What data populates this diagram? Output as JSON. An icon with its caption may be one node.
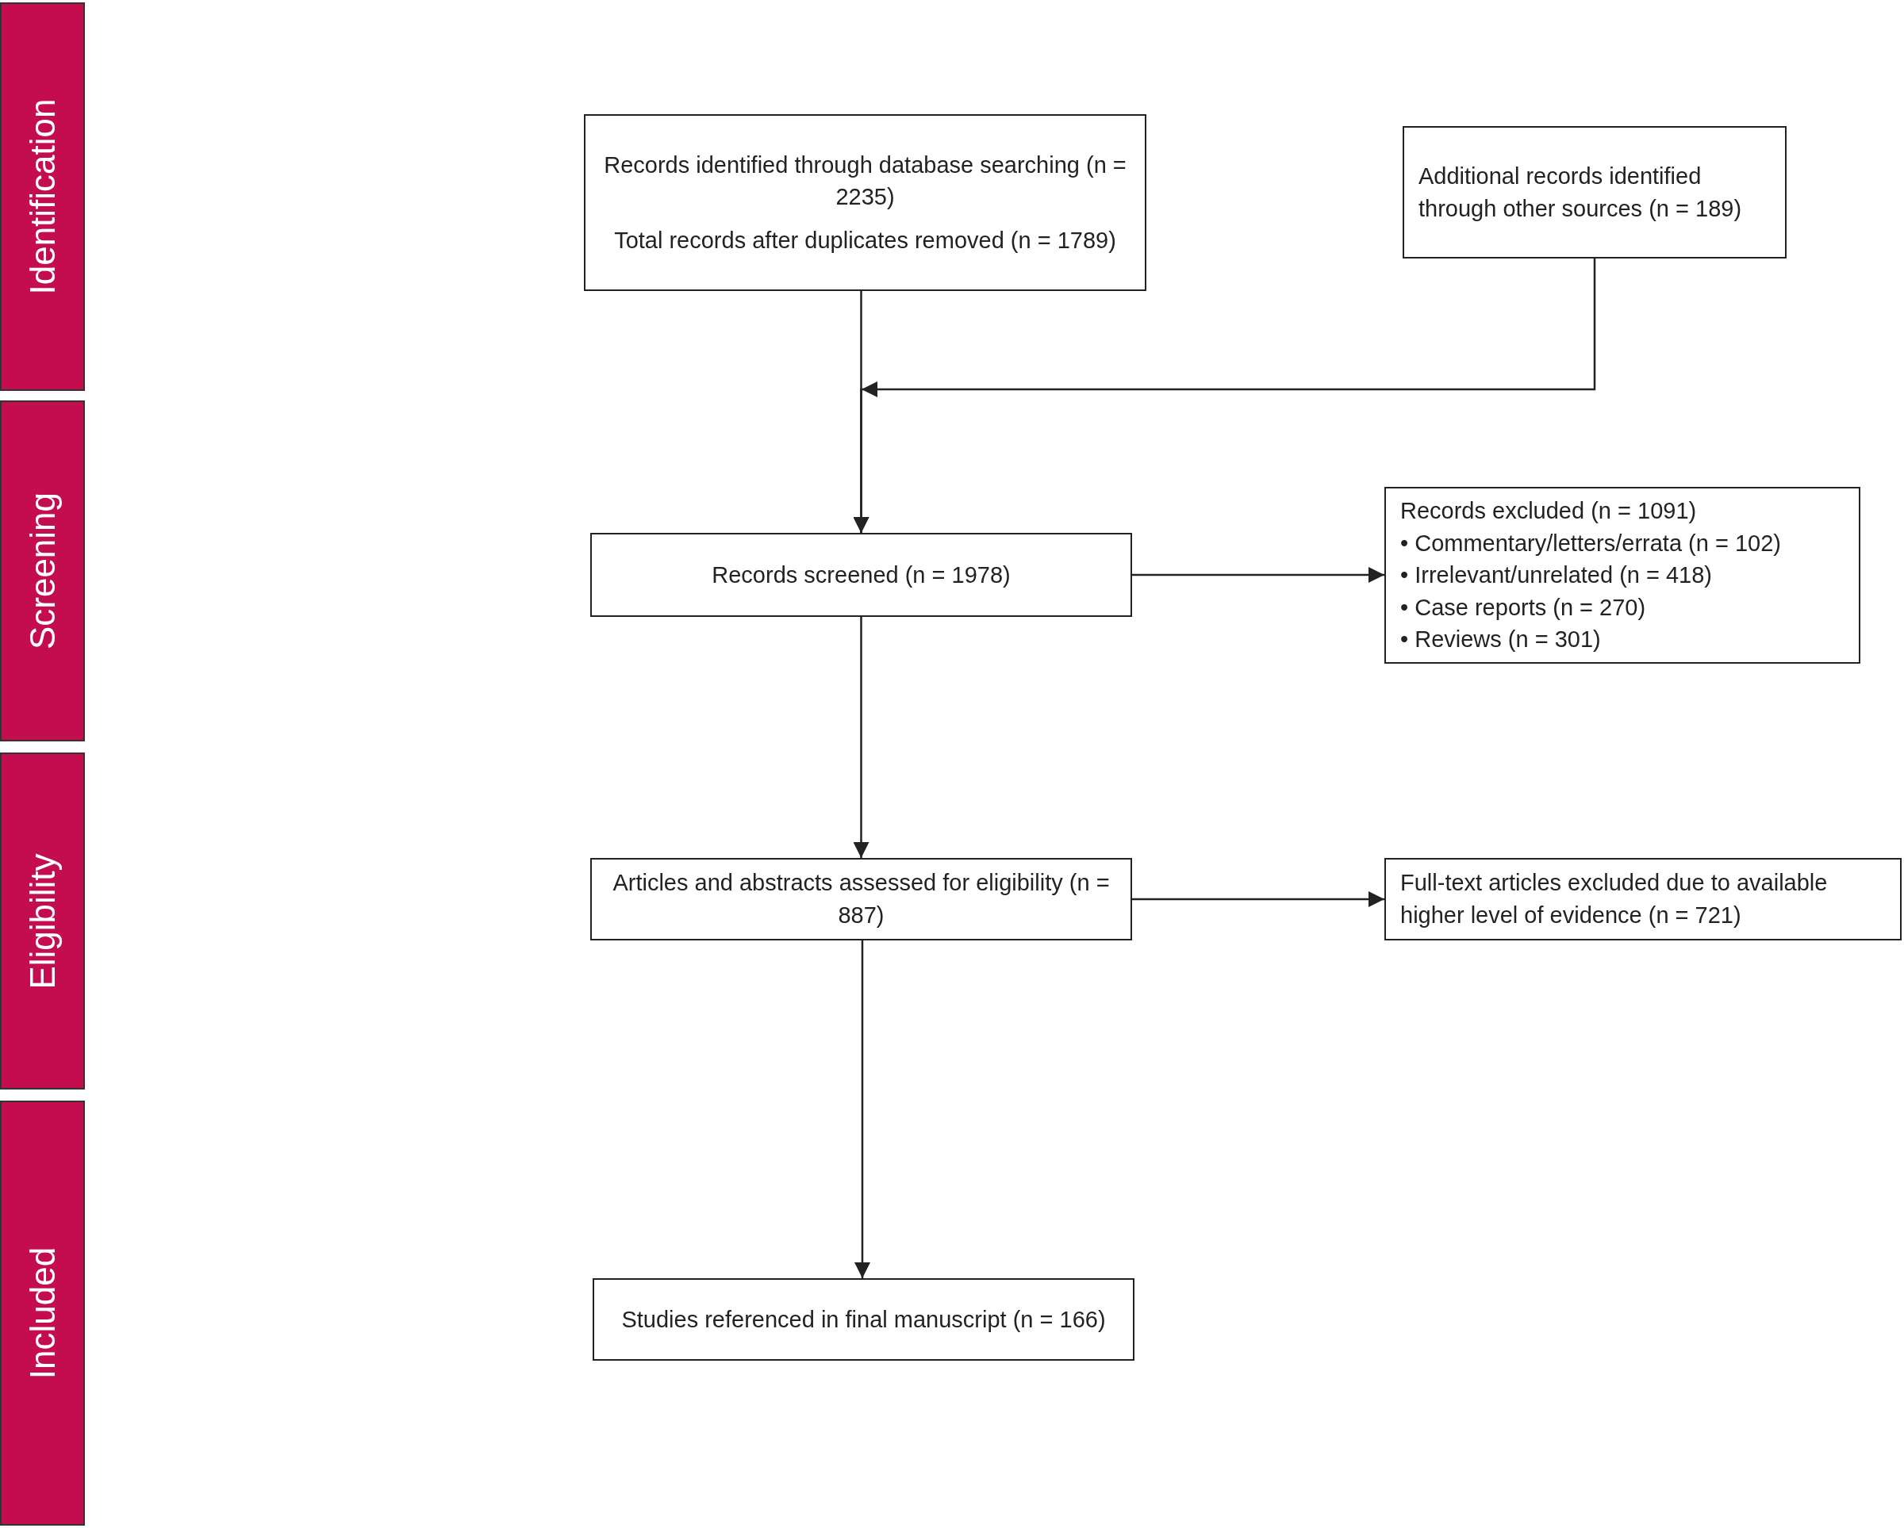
{
  "diagram": {
    "nodes": [
      {
        "text": [
          "Identification"
        ]
      },
      {
        "text": [
          "Screening"
        ]
      },
      {
        "text": [
          "Eligibility"
        ]
      },
      {
        "text": [
          "Included"
        ]
      },
      {
        "text": [
          "Records identified through database searching (n = 2235)",
          "Total records after duplicates removed (n = 1789)"
        ]
      },
      {
        "text": [
          "Additional records identified through other sources (n = 189)"
        ]
      },
      {
        "text": [
          "Records screened (n = 1978)"
        ]
      },
      {
        "text": [
          "Records excluded (n = 1091)",
          "• Commentary/letters/errata (n = 102)",
          "• Irrelevant/unrelated (n = 418)",
          "• Case reports (n = 270)",
          "• Reviews (n = 301)"
        ]
      },
      {
        "text": [
          "Articles and abstracts assessed for eligibility (n = 887)"
        ]
      },
      {
        "text": [
          "Full-text articles excluded due to available higher level of evidence (n = 721)"
        ]
      },
      {
        "text": [
          "Studies referenced in final manuscript (n = 166)"
        ]
      }
    ],
    "edges": [
      {
        "from": 4,
        "to": 6,
        "arrow": "to"
      },
      {
        "from": 5,
        "to": 6,
        "arrow": "to"
      },
      {
        "from": 6,
        "to": 7,
        "arrow": "to"
      },
      {
        "from": 6,
        "to": 8,
        "arrow": "to"
      },
      {
        "from": 8,
        "to": 9,
        "arrow": "to"
      },
      {
        "from": 8,
        "to": 10,
        "arrow": "to"
      }
    ]
  }
}
